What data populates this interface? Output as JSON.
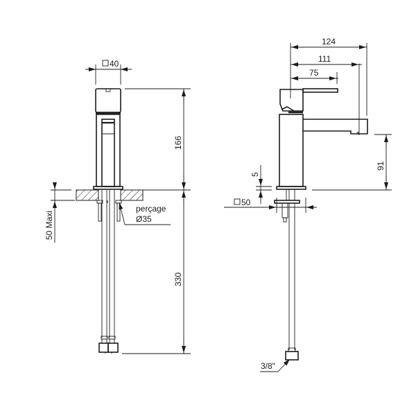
{
  "drawing": {
    "type": "technical dimension drawing",
    "subject": "single-lever basin mixer tap",
    "line_color": "#1a1a1a",
    "background": "#ffffff"
  },
  "front_view": {
    "width_label": "40",
    "width_symbol": "square",
    "height_label": "166",
    "deck_thickness_label": "50 Maxi",
    "hole_label_line1": "perçage",
    "hole_label_line2": "Ø35",
    "hose_length_label": "330"
  },
  "side_view": {
    "reach_total_label": "124",
    "reach_spout_label": "111",
    "lever_length_label": "75",
    "spout_height_label": "91",
    "base_plate_label": "5",
    "base_width_label": "50",
    "base_width_symbol": "square",
    "hose_thread_label": "3/8\""
  }
}
